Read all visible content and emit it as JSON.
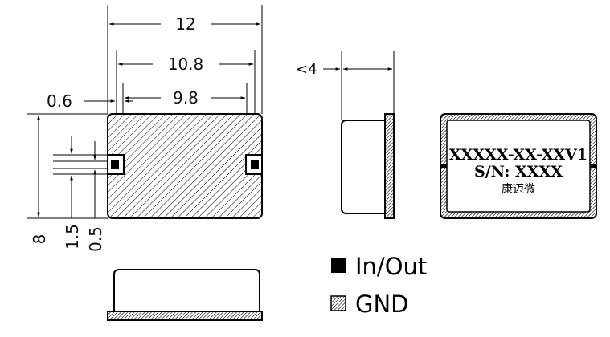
{
  "top_view": {
    "dim_total_width": "12",
    "dim_pad_span": "10.8",
    "dim_inner_span": "9.8",
    "dim_pad_offset": "0.6",
    "dim_height": "8",
    "dim_pad_height": "1.5",
    "dim_pad_gap": "0.5"
  },
  "side_view": {
    "dim_thickness": "<4"
  },
  "marking_view": {
    "line1": "XXXXX-XX-XXV1",
    "line2": "S/N: XXXX",
    "line3": "康迈微"
  },
  "legend": {
    "items": [
      {
        "label": "In/Out",
        "icon": "solid-square-icon",
        "color": "#000000"
      },
      {
        "label": "GND",
        "icon": "hatched-square-icon",
        "color": "#808080"
      }
    ]
  }
}
